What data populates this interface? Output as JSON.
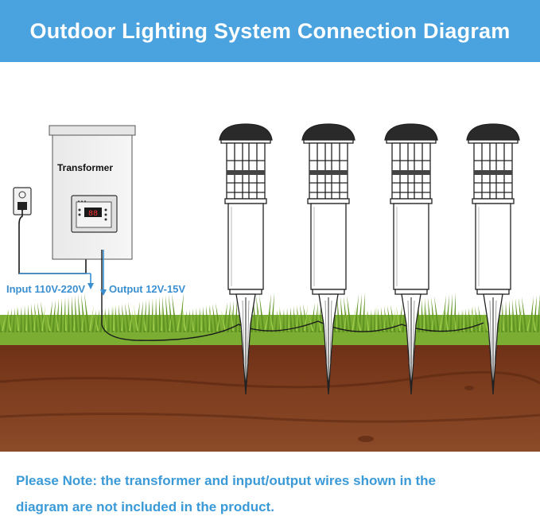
{
  "title": "Outdoor Lighting System Connection Diagram",
  "transformer": {
    "label": "Transformer",
    "display": "88"
  },
  "labels": {
    "input": "Input 110V-220V",
    "output": "Output 12V-15V"
  },
  "note": {
    "line1": "Please Note: the transformer and input/output wires shown in the",
    "line2": "diagram are not included in the product."
  },
  "lights": [
    "light-1",
    "light-2",
    "light-3",
    "light-4"
  ],
  "colors": {
    "header": "#4aa3df",
    "accent_text": "#3a8fd0",
    "grass": "#6fa32c",
    "soil": "#7a3a1e"
  }
}
